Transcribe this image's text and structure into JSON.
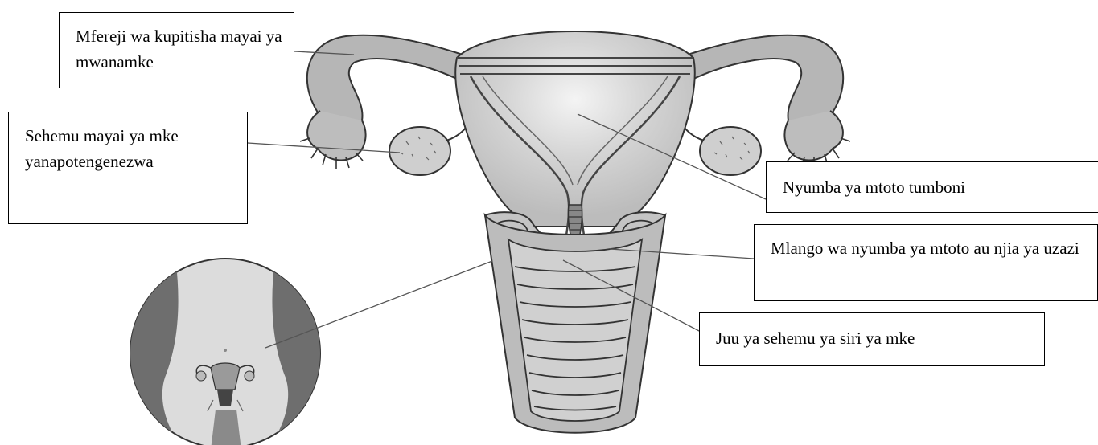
{
  "labels": {
    "fallopian_tube": "Mfereji wa kupitisha mayai ya mwanamke",
    "ovary": "Sehemu mayai ya mke yanapotengenezwa",
    "uterus": "Nyumba ya mtoto tumboni",
    "cervix": "Mlango wa nyumba ya mtoto au njia ya uzazi",
    "vagina": "Juu ya sehemu ya siri ya mke"
  },
  "colors": {
    "outline": "#333333",
    "tissue": "#b3b3b3",
    "inner": "#d6d6d6",
    "highlight": "#eeeeee",
    "ovary": "#cfcfcf",
    "inset_band": "#6e6e6e",
    "inset_bg": "#dcdcdc"
  }
}
